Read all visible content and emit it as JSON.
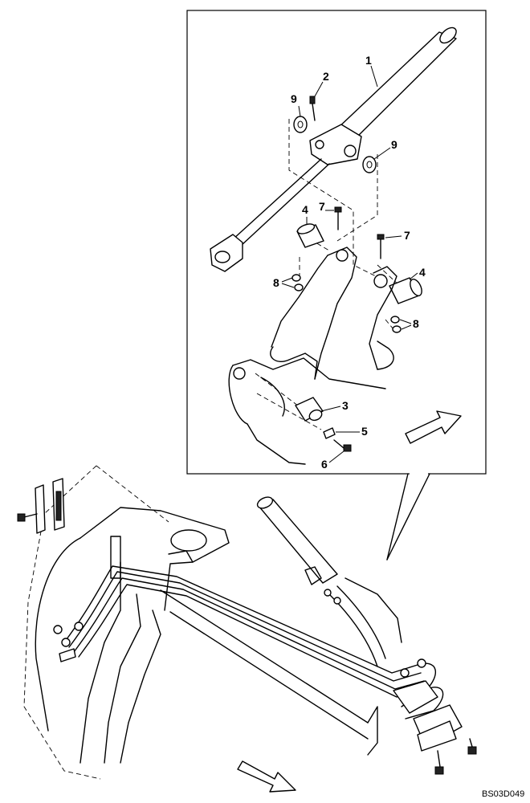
{
  "callouts": {
    "c1": "1",
    "c2": "2",
    "c3": "3",
    "c4a": "4",
    "c4b": "4",
    "c5": "5",
    "c6": "6",
    "c7a": "7",
    "c7b": "7",
    "c8a": "8",
    "c8b": "8",
    "c9a": "9",
    "c9b": "9"
  },
  "reference_code": "BS03D049"
}
